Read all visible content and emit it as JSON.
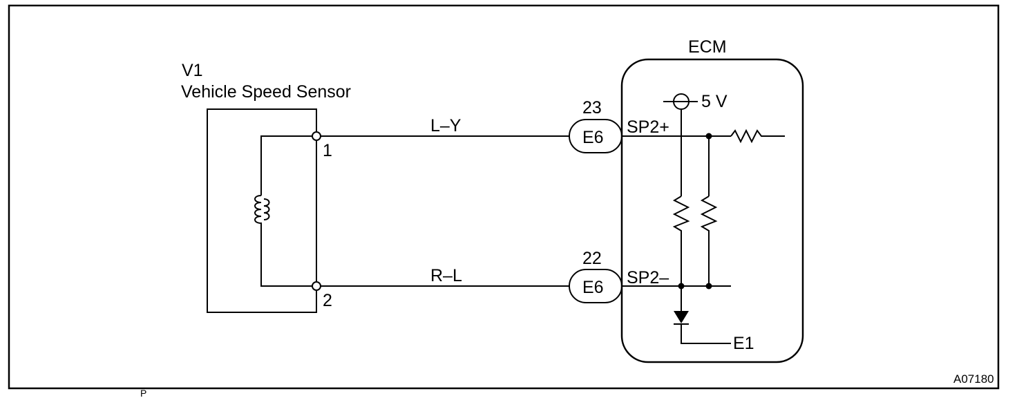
{
  "diagram": {
    "component": {
      "id": "V1",
      "name": "Vehicle Speed Sensor",
      "pin1": "1",
      "pin2": "2"
    },
    "ecm": {
      "label": "ECM"
    },
    "wires": [
      {
        "color_code": "L–Y"
      },
      {
        "color_code": "R–L"
      }
    ],
    "connectors": [
      {
        "pin": "23",
        "name": "E6",
        "signal": "SP2+"
      },
      {
        "pin": "22",
        "name": "E6",
        "signal": "SP2–"
      }
    ],
    "supply": "5 V",
    "ground": "E1",
    "footer": {
      "page_mark": "P",
      "figure_id": "A07180"
    }
  }
}
